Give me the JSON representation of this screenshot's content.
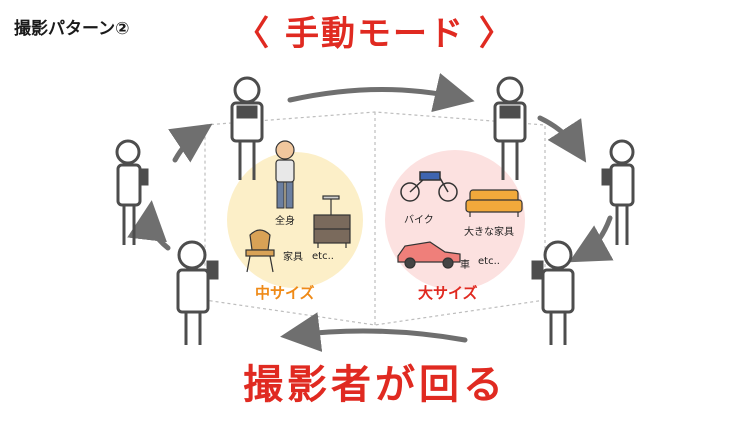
{
  "header": {
    "pattern_label": "撮影パターン②",
    "mode_title": "〈 手動モード 〉"
  },
  "footer": {
    "caption": "撮影者が回る"
  },
  "medium": {
    "size_label": "中サイズ",
    "items": [
      "全身",
      "家具",
      "etc.."
    ]
  },
  "large": {
    "size_label": "大サイズ",
    "items": [
      "バイク",
      "大きな家具",
      "車",
      "etc.."
    ]
  },
  "colors": {
    "accent_red": "#e02a21",
    "medium_bg": "#fcefc8",
    "medium_label": "#ef8a17",
    "large_bg": "#fce1e0",
    "large_label": "#e02a21",
    "arrow": "#6f6f6f",
    "person": "#4d4d4d"
  }
}
